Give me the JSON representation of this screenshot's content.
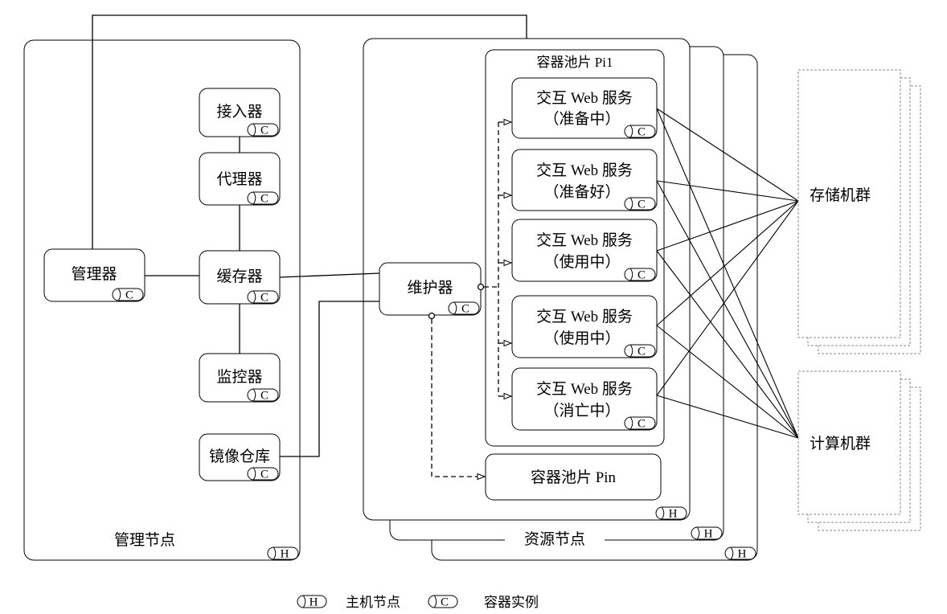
{
  "badges": {
    "host": "H",
    "container": "C"
  },
  "management_node": {
    "label": "管理节点",
    "components": {
      "access": "接入器",
      "proxy": "代理器",
      "cache": "缓存器",
      "monitor": "监控器",
      "image_repo": "镜像仓库",
      "manager": "管理器"
    }
  },
  "resource_node": {
    "label": "资源节点",
    "maintainer": "维护器",
    "pool_pi1": {
      "title": "容器池片 Pi1",
      "services": [
        {
          "name": "交互 Web 服务",
          "status": "（准备中）"
        },
        {
          "name": "交互 Web 服务",
          "status": "（准备好）"
        },
        {
          "name": "交互 Web 服务",
          "status": "（使用中）"
        },
        {
          "name": "交互 Web 服务",
          "status": "（使用中）"
        },
        {
          "name": "交互 Web 服务",
          "status": "（消亡中）"
        }
      ]
    },
    "pool_pin": {
      "title": "容器池片 Pin"
    }
  },
  "clusters": {
    "storage": "存储机群",
    "compute": "计算机群"
  },
  "legend": [
    {
      "badge": "H",
      "label": "主机节点"
    },
    {
      "badge": "C",
      "label": "容器实例"
    }
  ]
}
